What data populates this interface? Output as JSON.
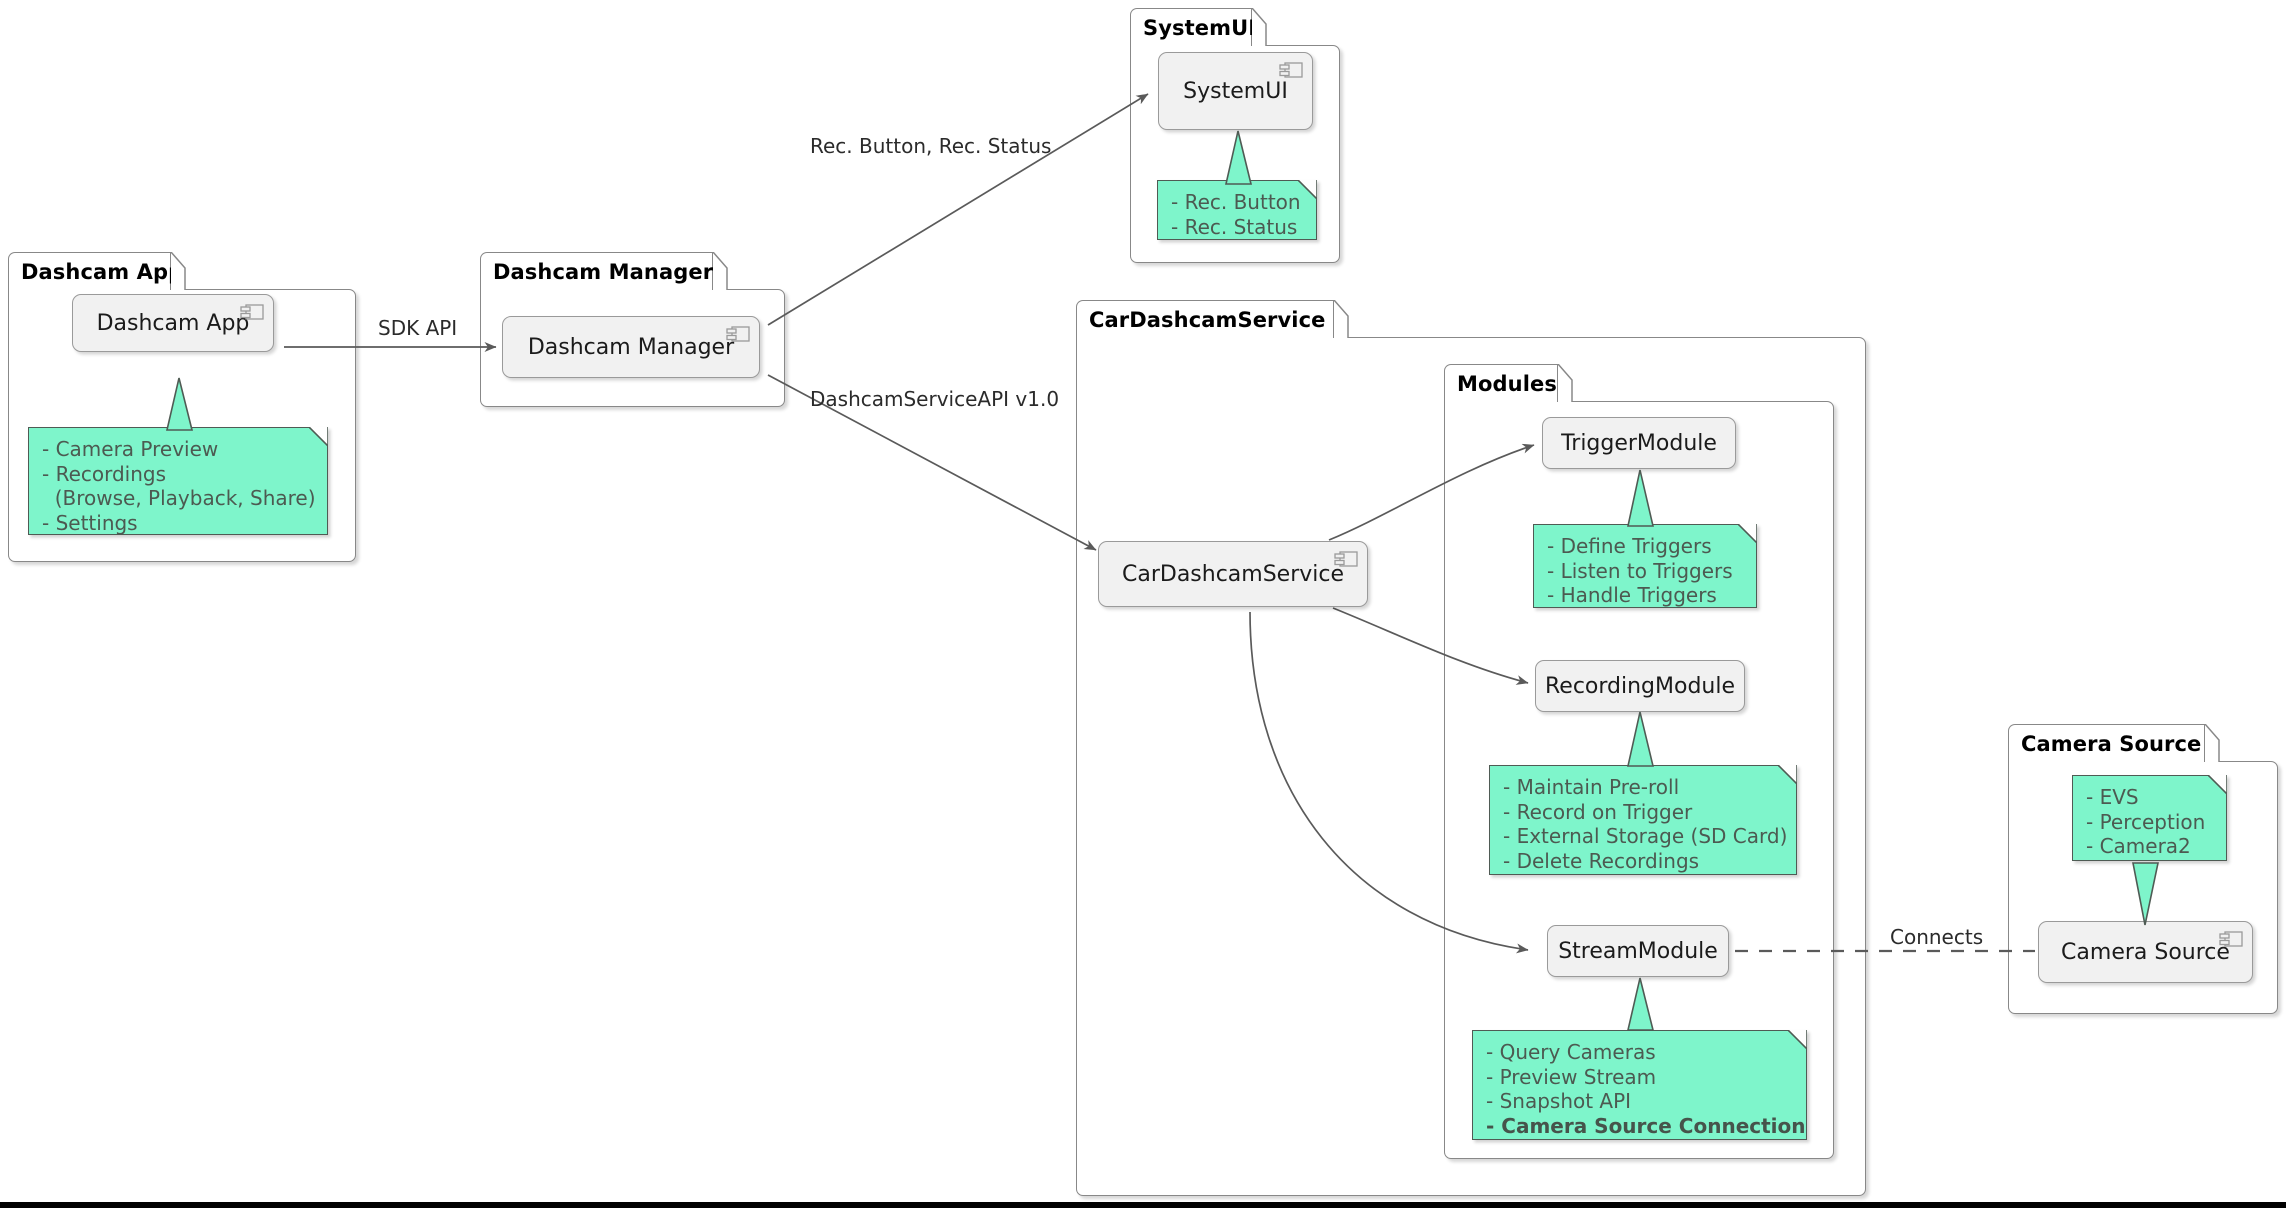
{
  "diagram": {
    "kind": "uml-component-diagram",
    "title_text": "",
    "colors": {
      "note_fill": "#7EF5CB",
      "note_border": "#4F5B54",
      "note_text": "#4C5A51",
      "component_fill": "#F1F1F1",
      "component_border": "#9A9A9A",
      "package_border": "#888888",
      "edge_stroke": "#5A5A5A",
      "background": "#FFFFFF"
    }
  },
  "packages": {
    "dashcam_app": {
      "title": "Dashcam App"
    },
    "dashcam_manager": {
      "title": "Dashcam Manager"
    },
    "system_ui": {
      "title": "SystemUI"
    },
    "car_dashcam_service": {
      "title": "CarDashcamService"
    },
    "modules": {
      "title": "Modules"
    },
    "camera_source": {
      "title": "Camera Source"
    }
  },
  "components": {
    "dashcam_app": {
      "label": "Dashcam App",
      "icon": "uml-component-icon"
    },
    "dashcam_manager": {
      "label": "Dashcam Manager",
      "icon": "uml-component-icon"
    },
    "system_ui": {
      "label": "SystemUI",
      "icon": "uml-component-icon"
    },
    "car_dashcam_service": {
      "label": "CarDashcamService",
      "icon": "uml-component-icon"
    },
    "trigger_module": {
      "label": "TriggerModule",
      "icon": "none"
    },
    "recording_module": {
      "label": "RecordingModule",
      "icon": "none"
    },
    "stream_module": {
      "label": "StreamModule",
      "icon": "none"
    },
    "camera_source": {
      "label": "Camera Source",
      "icon": "uml-component-icon"
    }
  },
  "notes": {
    "dashcam_app": {
      "lines": [
        "- Camera Preview",
        "- Recordings",
        "  (Browse, Playback, Share)",
        "- Settings"
      ]
    },
    "system_ui": {
      "lines": [
        "- Rec. Button",
        "- Rec. Status"
      ]
    },
    "trigger_module": {
      "lines": [
        "- Define Triggers",
        "- Listen to Triggers",
        "- Handle Triggers"
      ]
    },
    "recording_module": {
      "lines": [
        "- Maintain Pre-roll",
        "- Record on Trigger",
        "- External Storage (SD Card)",
        "- Delete Recordings"
      ]
    },
    "stream_module": {
      "lines": [
        "- Query Cameras",
        "- Preview Stream",
        "- Snapshot API"
      ],
      "bold_line": "- Camera Source Connection"
    },
    "camera_source": {
      "lines": [
        "- EVS",
        "- Perception",
        "- Camera2"
      ]
    }
  },
  "edges": {
    "app_to_manager": {
      "label": "SDK API",
      "style": "solid-arrow"
    },
    "manager_to_systemui": {
      "label": "Rec. Button, Rec. Status",
      "style": "solid-arrow"
    },
    "manager_to_service": {
      "label": "DashcamServiceAPI v1.0",
      "style": "solid-arrow"
    },
    "service_to_trigger": {
      "label": "",
      "style": "solid-arrow"
    },
    "service_to_recording": {
      "label": "",
      "style": "solid-arrow"
    },
    "service_to_stream": {
      "label": "",
      "style": "solid-arrow-curved"
    },
    "stream_to_camera": {
      "label": "Connects",
      "style": "dashed"
    }
  }
}
